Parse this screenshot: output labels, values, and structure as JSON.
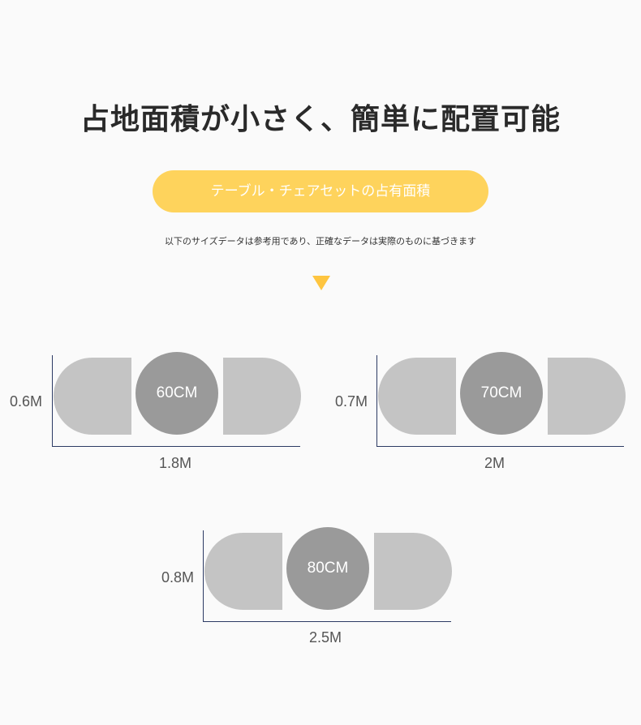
{
  "title": "占地面積が小さく、簡単に配置可能",
  "badge": "テーブル・チェアセットの占有面積",
  "note": "以下のサイズデータは参考用であり、正確なデータは実際のものに基づきます",
  "sets": [
    {
      "table": "60CM",
      "depth": "0.6M",
      "width": "1.8M"
    },
    {
      "table": "70CM",
      "depth": "0.7M",
      "width": "2M"
    },
    {
      "table": "80CM",
      "depth": "0.8M",
      "width": "2.5M"
    }
  ],
  "colors": {
    "background": "#fafafa",
    "badge": "#fed35c",
    "arrow": "#fec540",
    "chair": "#c4c4c4",
    "table": "#9a9a9a",
    "axis": "#2c3a63"
  }
}
